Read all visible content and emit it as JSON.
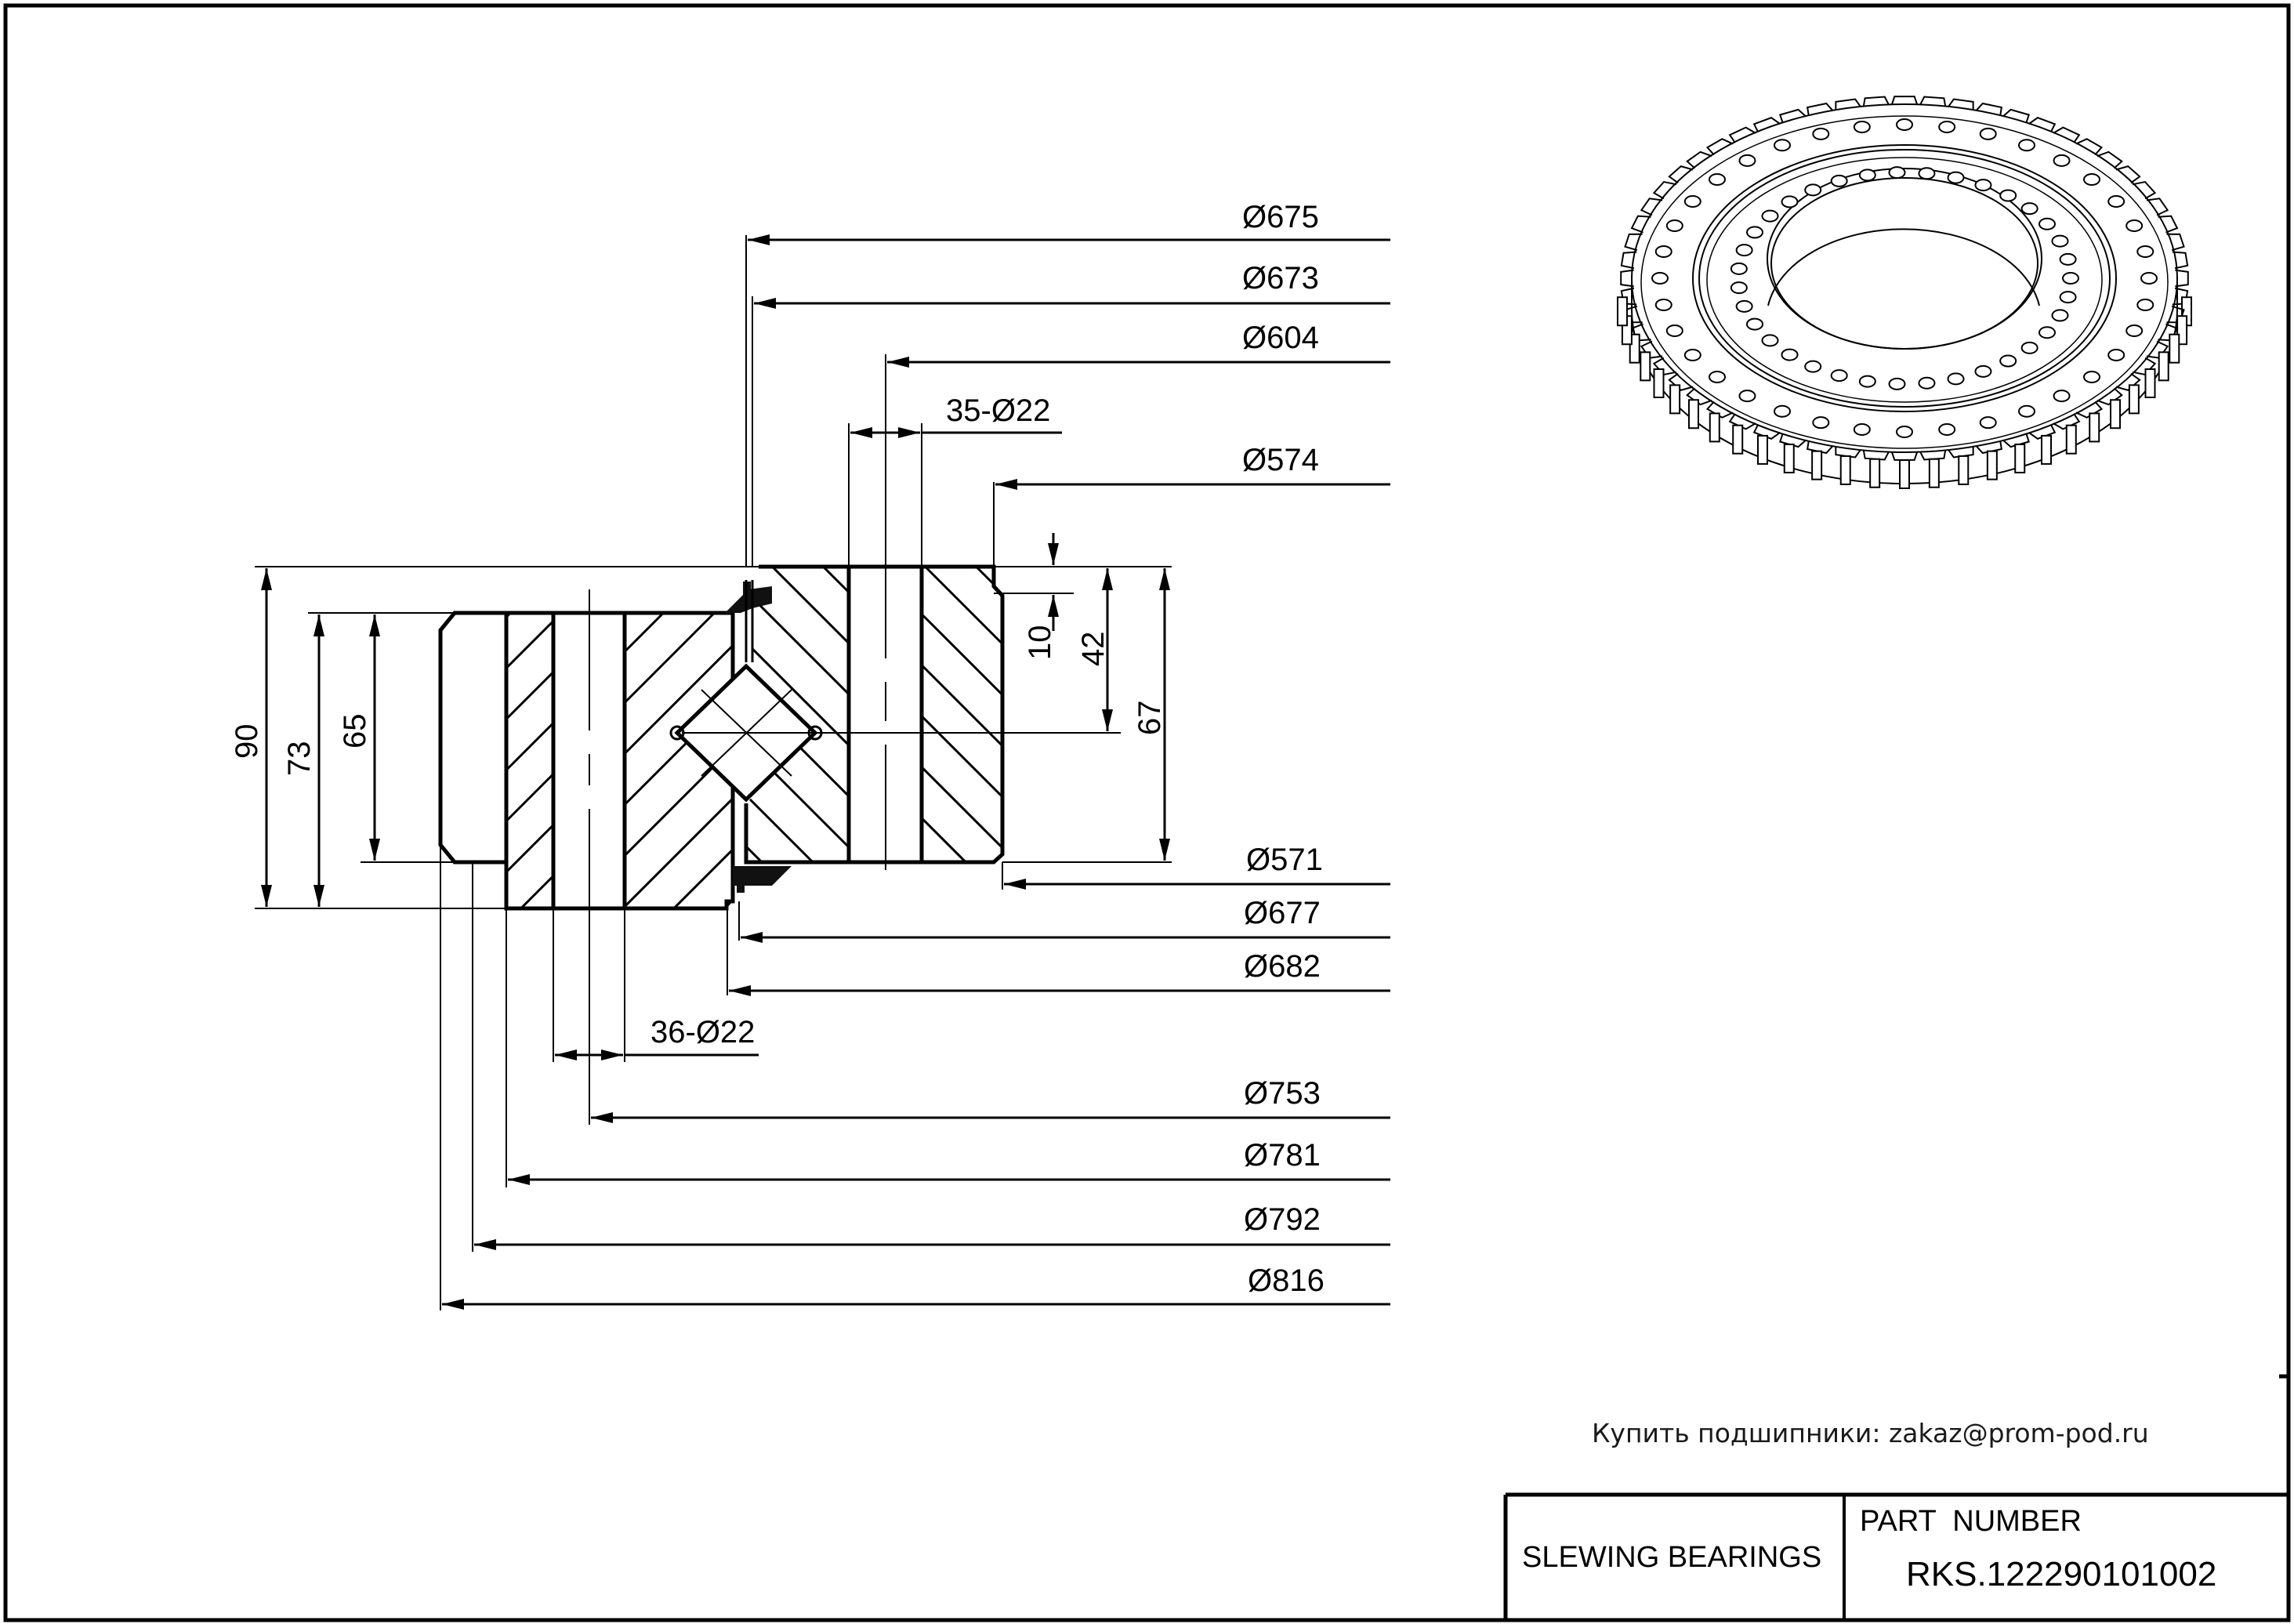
{
  "drawing": {
    "title_block": {
      "category_label": "SLEWING BEARINGS",
      "part_number_header": "PART  NUMBER",
      "part_number": "RKS.122290101002"
    },
    "contact_note": "Купить подшипники: zakaz@prom-pod.ru",
    "diameters_top": [
      {
        "label": "Ø675",
        "value": 675
      },
      {
        "label": "Ø673",
        "value": 673
      },
      {
        "label": "Ø604",
        "value": 604
      },
      {
        "label": "Ø574",
        "value": 574
      }
    ],
    "diameters_bottom": [
      {
        "label": "Ø571",
        "value": 571
      },
      {
        "label": "Ø677",
        "value": 677
      },
      {
        "label": "Ø682",
        "value": 682
      },
      {
        "label": "Ø753",
        "value": 753
      },
      {
        "label": "Ø781",
        "value": 781
      },
      {
        "label": "Ø792",
        "value": 792
      },
      {
        "label": "Ø816",
        "value": 816
      }
    ],
    "holes": {
      "inner_ring": "35-Ø22",
      "outer_ring": "36-Ø22"
    },
    "heights_left": [
      {
        "label": "90",
        "value": 90
      },
      {
        "label": "73",
        "value": 73
      },
      {
        "label": "65",
        "value": 65
      }
    ],
    "heights_right": [
      {
        "label": "10",
        "value": 10
      },
      {
        "label": "42",
        "value": 42
      },
      {
        "label": "67",
        "value": 67
      }
    ],
    "isometric_view": {
      "icon": "slewing-bearing-gear-icon",
      "outer_bolt_holes": 36,
      "inner_bolt_holes": 35
    }
  }
}
